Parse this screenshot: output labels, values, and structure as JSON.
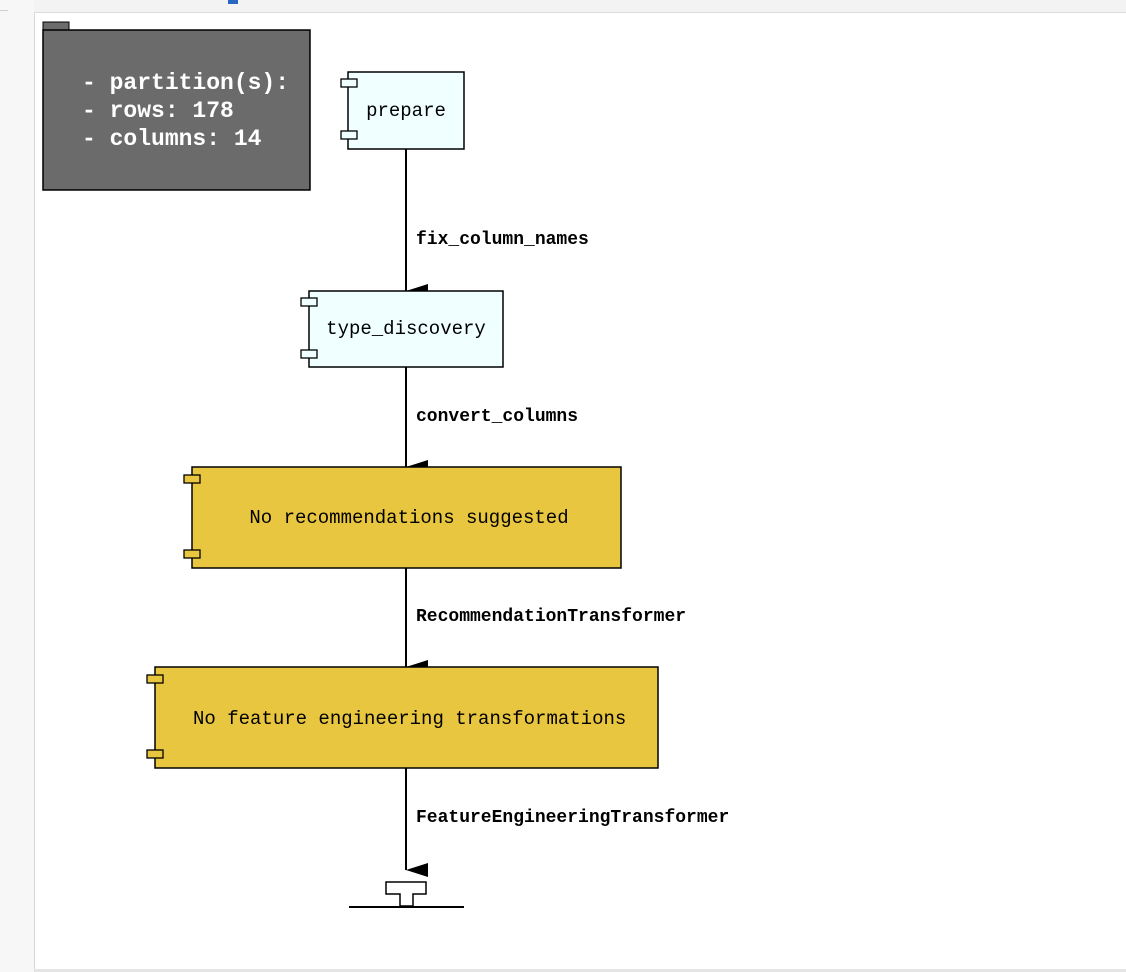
{
  "info_folder": {
    "lines": [
      "- partition(s):",
      "- rows: 178",
      "- columns: 14"
    ]
  },
  "nodes": {
    "prepare": "prepare",
    "type_discovery": "type_discovery",
    "recommendations": "No recommendations suggested",
    "feature_engineering": "No feature engineering transformations"
  },
  "edges": {
    "fix_column_names": "fix_column_names",
    "convert_columns": "convert_columns",
    "recommendation_transformer": "RecommendationTransformer",
    "feature_engineering_transformer": "FeatureEngineeringTransformer"
  },
  "colors": {
    "folder": "#6b6b6b",
    "component_light": "#f0ffff",
    "component_yellow": "#e8c640",
    "stroke": "#000000"
  }
}
